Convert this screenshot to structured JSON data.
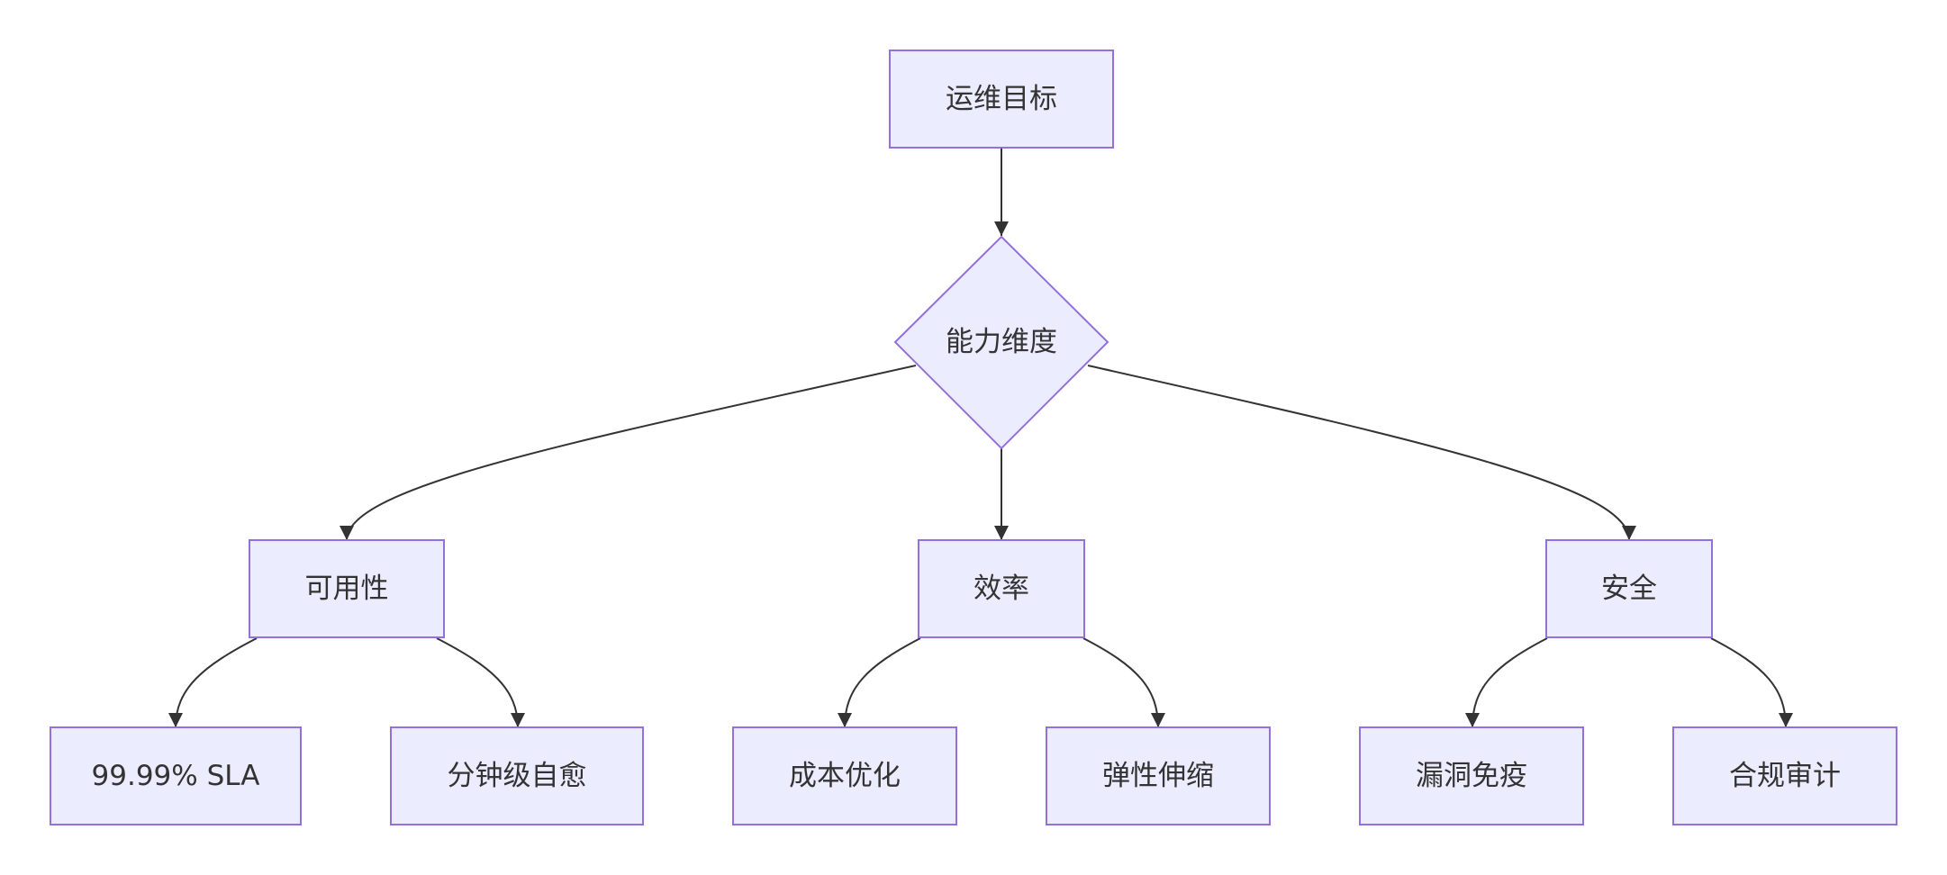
{
  "diagram": {
    "type": "flowchart",
    "direction": "top-down",
    "colors": {
      "node_fill": "#ececff",
      "node_border": "#9370db",
      "edge": "#333333",
      "text": "#333333",
      "background": "#ffffff"
    },
    "nodes": {
      "root": {
        "label": "运维目标",
        "shape": "rectangle"
      },
      "dimension": {
        "label": "能力维度",
        "shape": "diamond"
      },
      "availability": {
        "label": "可用性",
        "shape": "rectangle"
      },
      "efficiency": {
        "label": "效率",
        "shape": "rectangle"
      },
      "security": {
        "label": "安全",
        "shape": "rectangle"
      },
      "sla": {
        "label": "99.99% SLA",
        "shape": "rectangle"
      },
      "self_heal": {
        "label": "分钟级自愈",
        "shape": "rectangle"
      },
      "cost_opt": {
        "label": "成本优化",
        "shape": "rectangle"
      },
      "autoscale": {
        "label": "弹性伸缩",
        "shape": "rectangle"
      },
      "vuln_immunity": {
        "label": "漏洞免疫",
        "shape": "rectangle"
      },
      "compliance_audit": {
        "label": "合规审计",
        "shape": "rectangle"
      }
    },
    "edges": [
      {
        "from": "root",
        "to": "dimension"
      },
      {
        "from": "dimension",
        "to": "availability"
      },
      {
        "from": "dimension",
        "to": "efficiency"
      },
      {
        "from": "dimension",
        "to": "security"
      },
      {
        "from": "availability",
        "to": "sla"
      },
      {
        "from": "availability",
        "to": "self_heal"
      },
      {
        "from": "efficiency",
        "to": "cost_opt"
      },
      {
        "from": "efficiency",
        "to": "autoscale"
      },
      {
        "from": "security",
        "to": "vuln_immunity"
      },
      {
        "from": "security",
        "to": "compliance_audit"
      }
    ]
  }
}
